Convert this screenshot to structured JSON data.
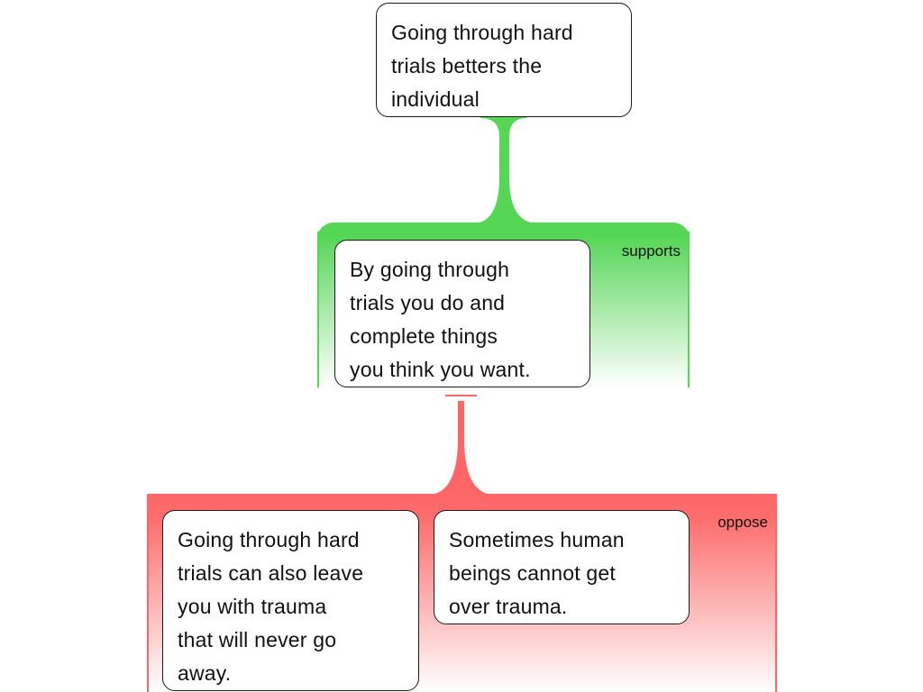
{
  "colors": {
    "supports": "#55d655",
    "oppose": "#fd6666",
    "node_border": "#1a1a1a",
    "node_background": "#ffffff"
  },
  "root": {
    "text": "Going through hard\ntrials betters the\nindividual"
  },
  "supports_group": {
    "label": "supports",
    "relation": "supports",
    "nodes": [
      {
        "text": "By going through\ntrials you do and\ncomplete things\nyou think you want."
      }
    ]
  },
  "oppose_group": {
    "label": "oppose",
    "relation": "oppose",
    "nodes": [
      {
        "text": "Going through hard\ntrials can also leave\nyou with trauma\nthat will never go\naway."
      },
      {
        "text": "Sometimes human\nbeings cannot get\nover trauma."
      }
    ]
  }
}
